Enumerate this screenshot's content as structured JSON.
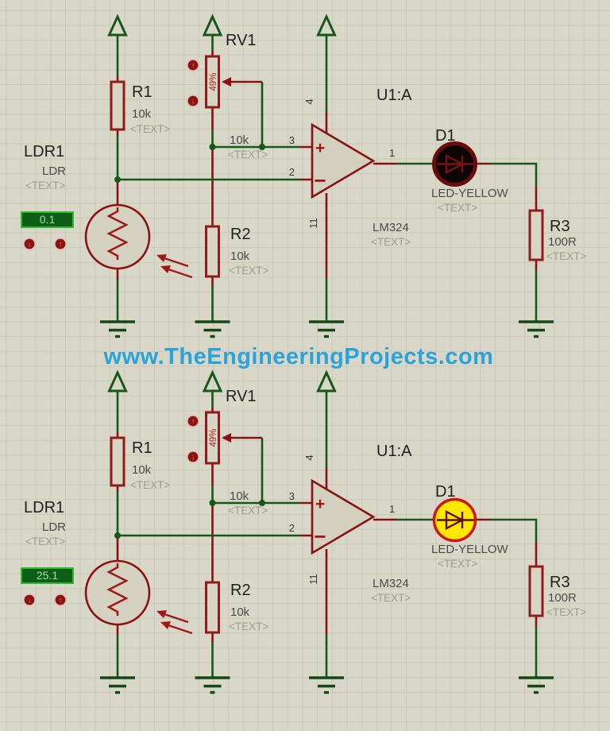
{
  "app": {
    "type": "circuit-simulator-schematic",
    "background_color": "#d9d8c8",
    "grid_color": "#c8c7b8"
  },
  "watermark": {
    "text": "www.TheEngineeringProjects.com",
    "color": "#2aa3dc"
  },
  "labels": {
    "r1": {
      "ref": "R1",
      "value": "10k",
      "placeholder": "<TEXT>"
    },
    "rv1": {
      "ref": "RV1",
      "value": "10k",
      "percent": "49%",
      "placeholder": "<TEXT>"
    },
    "r2": {
      "ref": "R2",
      "value": "10k",
      "placeholder": "<TEXT>"
    },
    "r3": {
      "ref": "R3",
      "value": "100R",
      "placeholder": "<TEXT>"
    },
    "ldr": {
      "ref": "LDR1",
      "value": "LDR",
      "placeholder": "<TEXT>"
    },
    "opamp": {
      "ref": "U1:A",
      "part": "LM324",
      "placeholder": "<TEXT>",
      "pin_noninv": "3",
      "pin_inv": "2",
      "pin_out": "1",
      "pin_vplus": "4",
      "pin_vminus": "11",
      "plus_sign": "+",
      "minus_sign": "−"
    },
    "led": {
      "ref": "D1",
      "value": "LED-YELLOW",
      "placeholder": "<TEXT>"
    }
  },
  "controls": {
    "up_glyph": "↑",
    "down_glyph": "↓"
  },
  "circuits": [
    {
      "position": "top",
      "ldr_display_value": "0.1",
      "led_state": "off"
    },
    {
      "position": "bottom",
      "ldr_display_value": "25.1",
      "led_state": "on"
    }
  ],
  "colors": {
    "wire_green": "#175717",
    "wire_red": "#8a1111",
    "component_outline": "#921a1a",
    "component_fill": "#d8d5c4",
    "display_fill": "#0f5e18",
    "display_border": "#2dbb2d",
    "display_text": "#a8dca8",
    "led_on_fill": "#ffe900",
    "led_off_fill": "#0c0606",
    "led_on_ring": "#cf1616",
    "actuator_dot": "#8d1212",
    "watermark_blue": "#2aa3dc"
  }
}
